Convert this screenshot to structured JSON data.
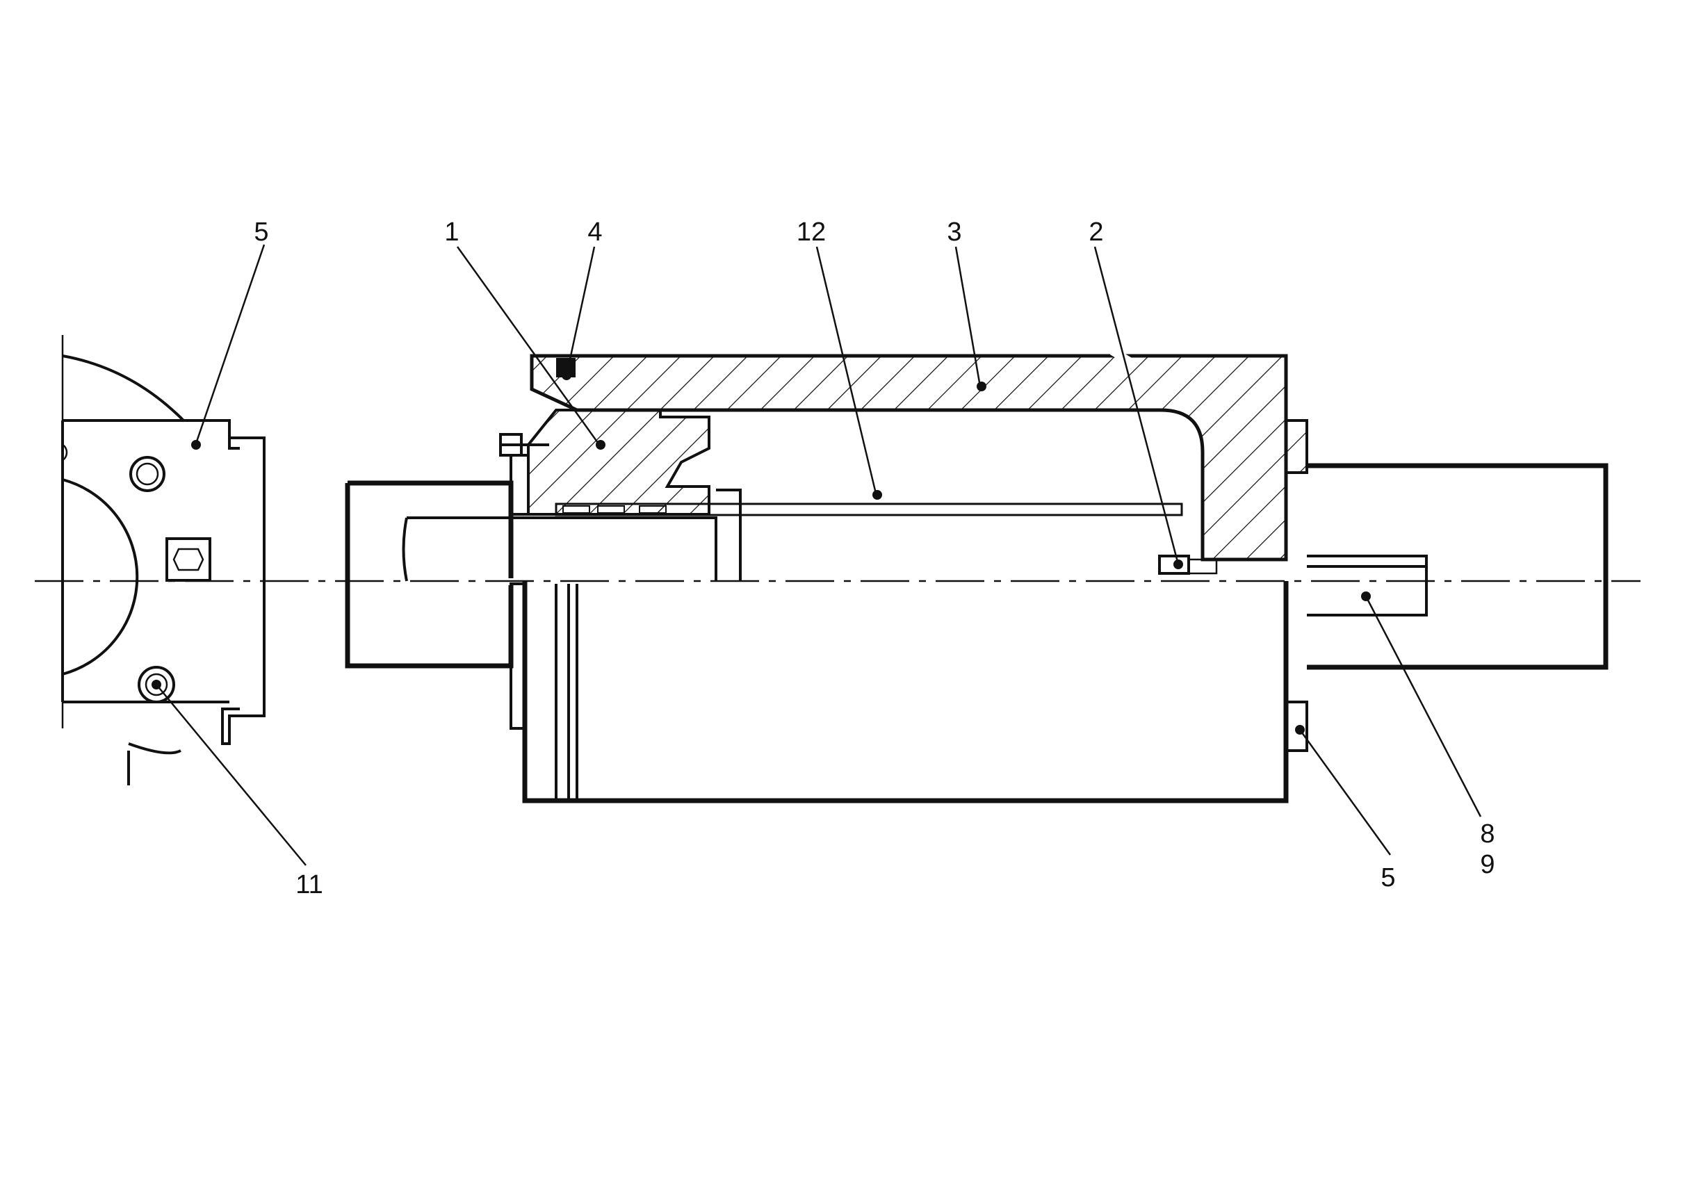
{
  "callouts": [
    {
      "id": "c5a",
      "text": "5"
    },
    {
      "id": "c1",
      "text": "1"
    },
    {
      "id": "c4",
      "text": "4"
    },
    {
      "id": "c12",
      "text": "12"
    },
    {
      "id": "c3",
      "text": "3"
    },
    {
      "id": "c2",
      "text": "2"
    },
    {
      "id": "c11",
      "text": "11"
    },
    {
      "id": "c8",
      "text": "8"
    },
    {
      "id": "c9",
      "text": "9"
    },
    {
      "id": "c5b",
      "text": "5"
    }
  ],
  "colors": {
    "line": "#111111",
    "background": "#ffffff"
  }
}
